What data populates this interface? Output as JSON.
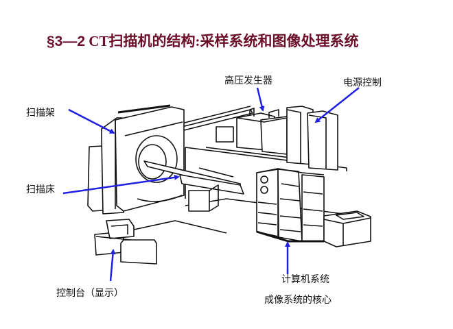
{
  "slide": {
    "title_prefix": "§3—2",
    "title_text": "CT扫描机的结构:采样系统和图像处理系统",
    "title_color": "#6b0f2a"
  },
  "labels": {
    "gantry": "扫描架",
    "couch": "扫描床",
    "hv_generator": "高压发生器",
    "power_control": "电源控制",
    "console": "控制台（显示）",
    "computer": "计算机系统",
    "core": "成像系统的核心"
  },
  "colors": {
    "arrow": "#2020e0",
    "line_art": "#111111"
  }
}
